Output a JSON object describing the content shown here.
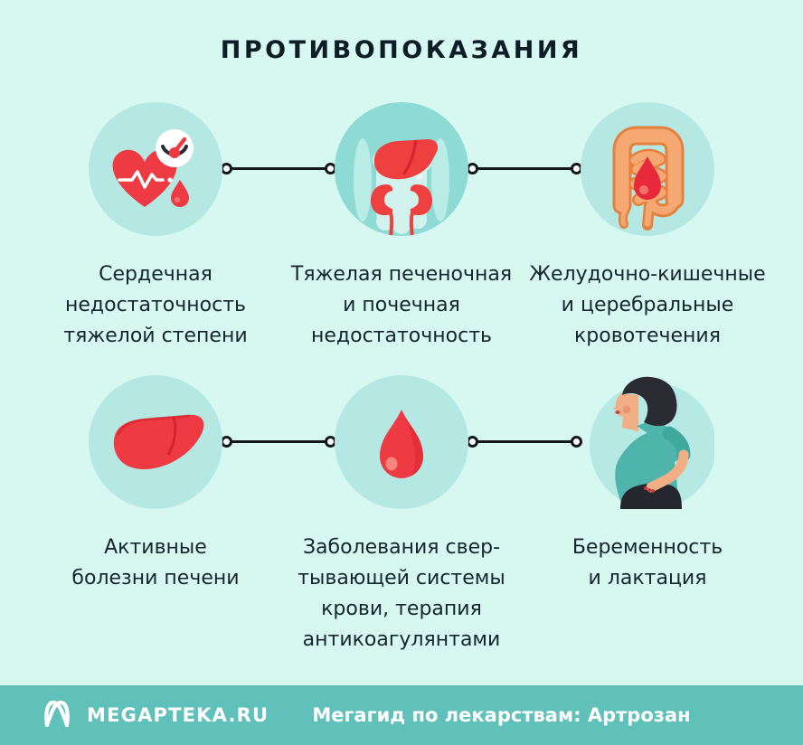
{
  "theme": {
    "background": "#d7f8f1",
    "circle_fill": "#b5e8e2",
    "body_circle_fill": "#8edad4",
    "accent_red": "#ee3a43",
    "dark_red": "#d8232e",
    "intestine_orange": "#f6a873",
    "intestine_outline": "#e5813f",
    "text_color": "#15262e",
    "connector_color": "#15181a",
    "footer_bg": "#60c1ba"
  },
  "title": "ПРОТИВОПОКАЗАНИЯ",
  "cards": [
    {
      "icon": "heart-pressure-icon",
      "lines": [
        "Сердечная",
        "недостаточность",
        "тяжелой степени"
      ]
    },
    {
      "icon": "liver-kidneys-icon",
      "lines": [
        "Тяжелая печеночная",
        "и почечная",
        "недостаточность"
      ]
    },
    {
      "icon": "intestines-bleeding-icon",
      "lines": [
        "Желудочно-кишечные",
        "и церебральные",
        "кровотечения"
      ]
    },
    {
      "icon": "liver-icon",
      "lines": [
        "Активные",
        "болезни печени"
      ]
    },
    {
      "icon": "blood-drop-icon",
      "lines": [
        "Заболевания свер-",
        "тывающей системы",
        "крови, терапия",
        "антикоагулянтами"
      ]
    },
    {
      "icon": "pregnant-woman-icon",
      "lines": [
        "Беременность",
        "и лактация"
      ]
    }
  ],
  "footer": {
    "brand": "MEGAPTEKA.RU",
    "tagline": "Мегагид по лекарствам: Артрозан"
  }
}
